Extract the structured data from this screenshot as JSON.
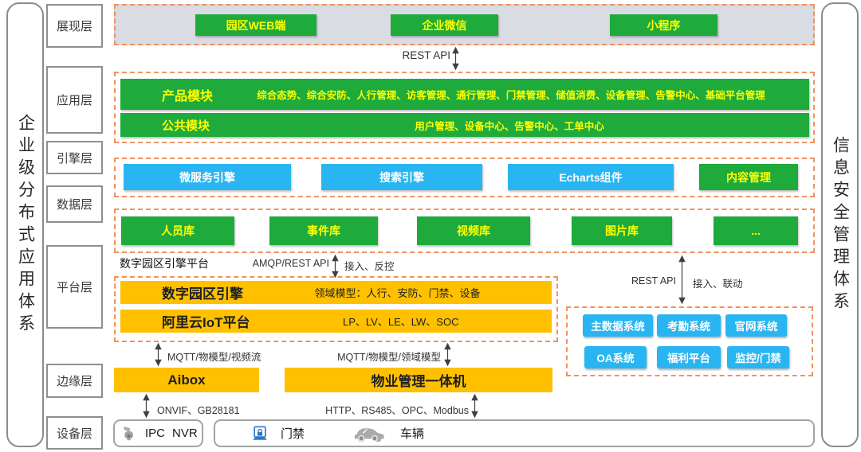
{
  "side_bars": {
    "left": "企业级分布式应用体系",
    "right": "信息安全管理体系"
  },
  "layer_labels": {
    "presentation": "展现层",
    "application": "应用层",
    "engine": "引擎层",
    "data": "数据层",
    "platform": "平台层",
    "edge": "边缘层",
    "device": "设备层"
  },
  "presentation": {
    "items": [
      "园区WEB端",
      "企业微信",
      "小程序"
    ]
  },
  "application": {
    "modules": [
      {
        "name": "产品模块",
        "desc": "综合态势、综合安防、人行管理、访客管理、通行管理、门禁管理、储值消费、设备管理、告警中心、基础平台管理"
      },
      {
        "name": "公共模块",
        "desc": "用户管理、设备中心、告警中心、工单中心"
      }
    ]
  },
  "engine": {
    "items": [
      "微服务引擎",
      "搜索引擎",
      "Echarts组件",
      "内容管理"
    ]
  },
  "data_layer": {
    "items": [
      "人员库",
      "事件库",
      "视频库",
      "图片库",
      "..."
    ]
  },
  "platform": {
    "caption": "数字园区引擎平台",
    "bars": [
      {
        "name": "数字园区引擎",
        "detail": "领域模型：人行、安防、门禁、设备"
      },
      {
        "name": "阿里云IoT平台",
        "detail": "LP、LV、LE、LW、SOC"
      }
    ]
  },
  "edge": {
    "items": [
      "Aibox",
      "物业管理一体机"
    ]
  },
  "device": {
    "group1": [
      "IPC",
      "NVR"
    ],
    "group2": [
      "门禁",
      "车辆"
    ]
  },
  "external_systems": {
    "row1": [
      "主数据系统",
      "考勤系统",
      "官网系统"
    ],
    "row2": [
      "OA系统",
      "福利平台",
      "监控/门禁"
    ]
  },
  "connectors": {
    "rest_api_top": "REST API",
    "amqp_left": "AMQP/REST API",
    "amqp_right": "接入、反控",
    "rest_right_left": "REST API",
    "rest_right_right": "接入、联动",
    "mqtt_left": "MQTT/物模型/视频流",
    "mqtt_right": "MQTT/物模型/领域模型",
    "onvif": "ONVIF、GB28181",
    "http": "HTTP、RS485、OPC、Modbus"
  },
  "colors": {
    "green": "#1faa3c",
    "blue": "#29b5f2",
    "orange": "#ffc000",
    "dashed_border": "#f0935e",
    "band_bg": "#d9dce3",
    "label_yellow": "#ffff00"
  }
}
